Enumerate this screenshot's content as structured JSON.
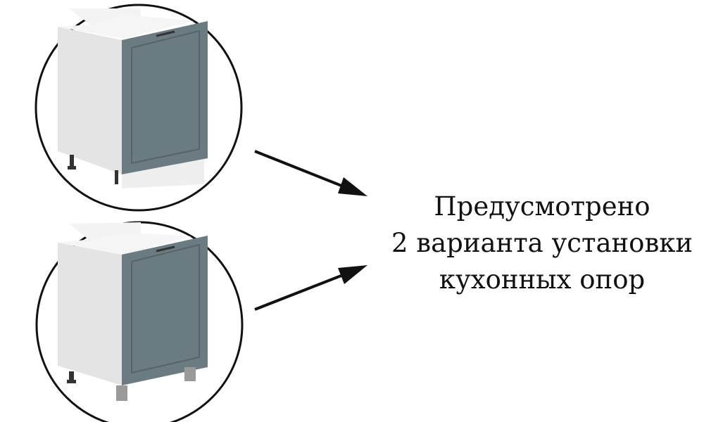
{
  "caption": {
    "lines": [
      "Предусмотрено",
      "2 варианта установки",
      "кухонных опор"
    ]
  },
  "colors": {
    "door": "#6b7b82",
    "carcass": "#e6e6e6",
    "outline": "#111111"
  },
  "variants": [
    {
      "name": "adjustable-legs-with-plinth"
    },
    {
      "name": "cylindrical-legs"
    }
  ]
}
